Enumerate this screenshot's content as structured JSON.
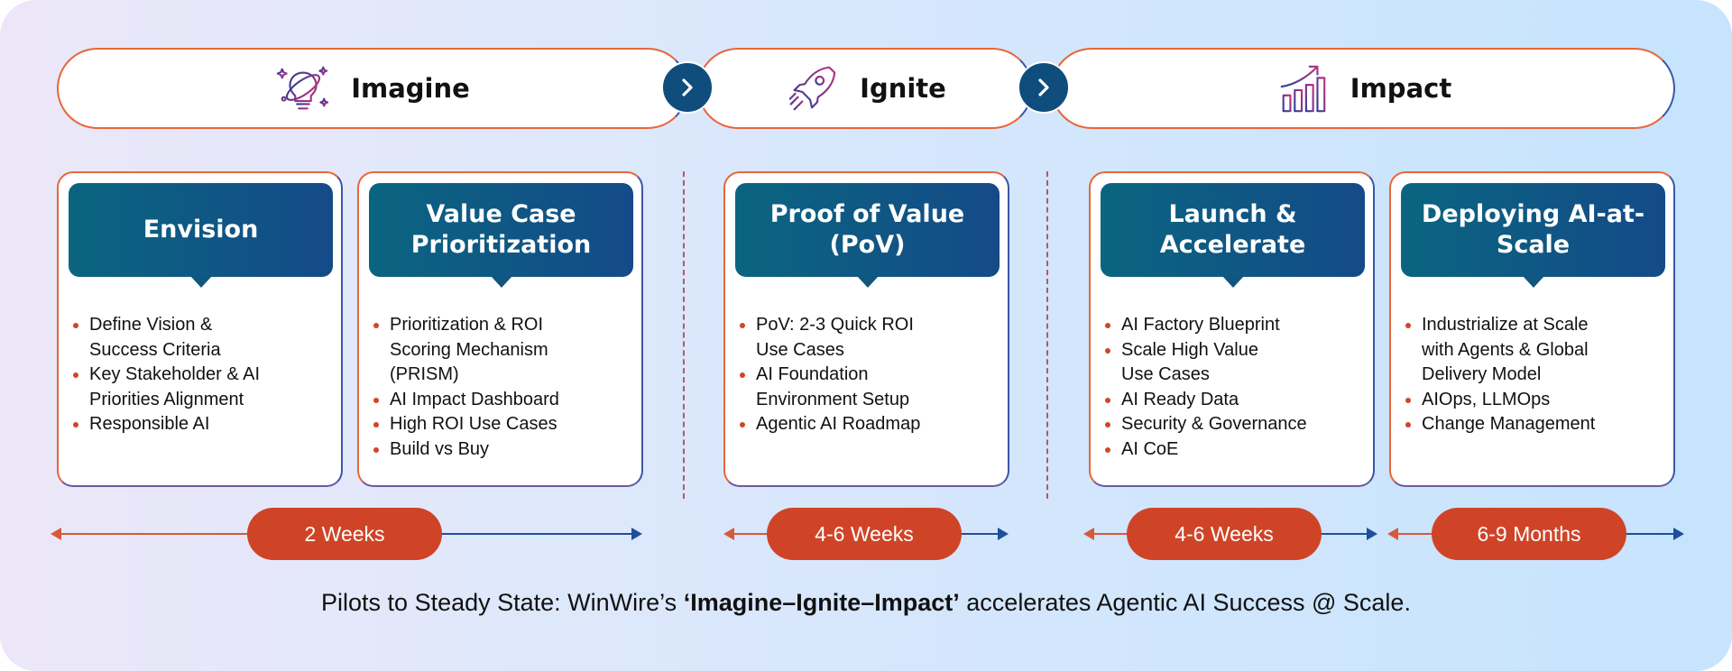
{
  "phases": {
    "imagine": {
      "label": "Imagine",
      "icon": "lightbulb-rocket-icon"
    },
    "ignite": {
      "label": "Ignite",
      "icon": "rocket-icon"
    },
    "impact": {
      "label": "Impact",
      "icon": "growth-chart-icon"
    }
  },
  "cards": [
    {
      "title": "Envision",
      "bullets": [
        "Define Vision &",
        "Success Criteria",
        "Key Stakeholder & AI",
        "Priorities Alignment",
        "Responsible AI"
      ]
    },
    {
      "title": "Value Case Prioritization",
      "bullets": [
        "Prioritization & ROI",
        "Scoring Mechanism",
        "(PRISM)",
        "AI Impact Dashboard",
        "High ROI Use Cases",
        "Build vs Buy"
      ]
    },
    {
      "title": "Proof of Value (PoV)",
      "bullets": [
        "PoV: 2-3 Quick ROI",
        "Use Cases",
        "AI Foundation",
        "Environment Setup",
        "Agentic AI Roadmap"
      ]
    },
    {
      "title": "Launch & Accelerate",
      "bullets": [
        "AI Factory  Blueprint",
        "Scale High Value",
        "Use Cases",
        "AI Ready Data",
        "Security & Governance",
        "AI CoE"
      ]
    },
    {
      "title": "Deploying AI-at-Scale",
      "bullets": [
        "Industrialize at Scale",
        "with Agents & Global",
        "Delivery Model",
        "AIOps, LLMOps",
        "Change Management"
      ]
    }
  ],
  "durations": [
    "2 Weeks",
    "4-6 Weeks",
    "4-6 Weeks",
    "6-9 Months"
  ],
  "tagline": {
    "prefix": "Pilots to Steady State: WinWire’s ",
    "emphasis": "‘Imagine–Ignite–Impact’",
    "suffix": " accelerates Agentic AI Success @ Scale."
  },
  "colors": {
    "accent_orange": "#cf4427",
    "navy": "#0f4d7c",
    "header_teal": "#0a6580",
    "header_blue": "#144a88"
  }
}
